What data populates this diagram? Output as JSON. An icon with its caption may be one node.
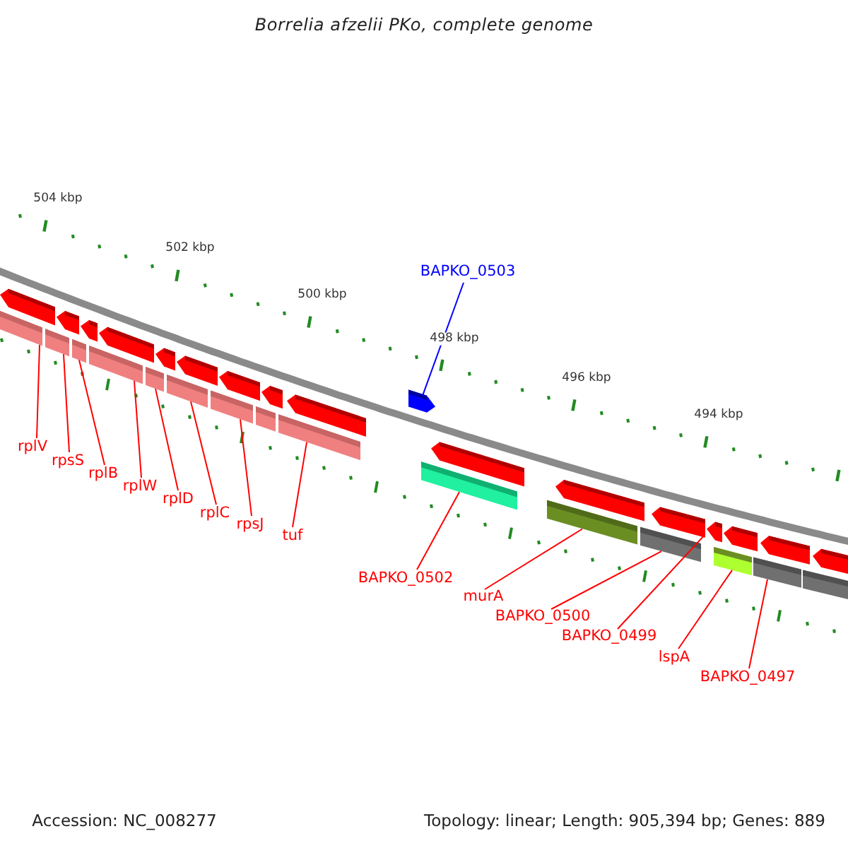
{
  "diagram": {
    "title": "Borrelia afzelii PKo, complete genome",
    "nodes": [
      {
        "text": [
          "BAPKO_0503"
        ]
      },
      {
        "text": [
          "rplV"
        ]
      },
      {
        "text": [
          "rpsS"
        ]
      },
      {
        "text": [
          "rplB"
        ]
      },
      {
        "text": [
          "rplW"
        ]
      },
      {
        "text": [
          "rplD"
        ]
      },
      {
        "text": [
          "rplC"
        ]
      },
      {
        "text": [
          "rpsJ"
        ]
      },
      {
        "text": [
          "tuf"
        ]
      },
      {
        "text": [
          "BAPKO_0502"
        ]
      },
      {
        "text": [
          "murA"
        ]
      },
      {
        "text": [
          "BAPKO_0500"
        ]
      },
      {
        "text": [
          "BAPKO_0499"
        ]
      },
      {
        "text": [
          "lspA"
        ]
      },
      {
        "text": [
          "BAPKO_0497"
        ]
      },
      {
        "text": [],
        "shape": "arrow"
      },
      {
        "text": [],
        "shape": "arrow"
      },
      {
        "text": [],
        "shape": "arrow"
      },
      {
        "text": [],
        "shape": "arrow"
      },
      {
        "text": [],
        "shape": "arrow"
      },
      {
        "text": [],
        "shape": "arrow"
      },
      {
        "text": [],
        "shape": "arrow"
      },
      {
        "text": [],
        "shape": "arrow"
      },
      {
        "text": [],
        "shape": "arrow"
      },
      {
        "text": [],
        "shape": "arrow"
      },
      {
        "text": [],
        "shape": "arrow"
      },
      {
        "text": [],
        "shape": "arrow"
      },
      {
        "text": [],
        "shape": "arrow"
      },
      {
        "text": [],
        "shape": "arrow"
      },
      {
        "text": [],
        "shape": "arrow"
      },
      {
        "text": [],
        "shape": "arrow"
      },
      {
        "text": [],
        "shape": "arrow"
      },
      {
        "text": [],
        "shape": "bar"
      },
      {
        "text": [],
        "shape": "bar"
      },
      {
        "text": [],
        "shape": "bar"
      },
      {
        "text": [],
        "shape": "bar"
      },
      {
        "text": [],
        "shape": "bar"
      },
      {
        "text": [],
        "shape": "bar"
      },
      {
        "text": [],
        "shape": "bar"
      },
      {
        "text": [],
        "shape": "bar"
      },
      {
        "text": [],
        "shape": "bar"
      },
      {
        "text": [],
        "shape": "bar"
      },
      {
        "text": [],
        "shape": "bar"
      },
      {
        "text": [],
        "shape": "bar"
      },
      {
        "text": [],
        "shape": "bar"
      },
      {
        "text": [],
        "shape": "bar"
      },
      {
        "text": [],
        "shape": "bar"
      }
    ],
    "edges": [
      {
        "from": 0,
        "to": 15,
        "arrow": "none",
        "color": "#0000ff"
      },
      {
        "from": 1,
        "to": 32,
        "arrow": "none"
      },
      {
        "from": 2,
        "to": 33,
        "arrow": "none"
      },
      {
        "from": 3,
        "to": 34,
        "arrow": "none"
      },
      {
        "from": 4,
        "to": 35,
        "arrow": "none"
      },
      {
        "from": 5,
        "to": 36,
        "arrow": "none"
      },
      {
        "from": 6,
        "to": 37,
        "arrow": "none"
      },
      {
        "from": 7,
        "to": 38,
        "arrow": "none"
      },
      {
        "from": 8,
        "to": 40,
        "arrow": "none"
      },
      {
        "from": 9,
        "to": 41,
        "arrow": "none"
      },
      {
        "from": 10,
        "to": 42,
        "arrow": "none"
      },
      {
        "from": 11,
        "to": 43,
        "arrow": "none"
      },
      {
        "from": 12,
        "to": 28,
        "arrow": "none"
      },
      {
        "from": 13,
        "to": 44,
        "arrow": "none"
      },
      {
        "from": 14,
        "to": 45,
        "arrow": "none"
      }
    ],
    "labels": [
      "504 kbp",
      "502 kbp",
      "500 kbp",
      "498 kbp",
      "496 kbp",
      "494 kbp",
      "Accession: NC_008277",
      "Topology: linear; Length: 905,394 bp; Genes: 889"
    ]
  }
}
